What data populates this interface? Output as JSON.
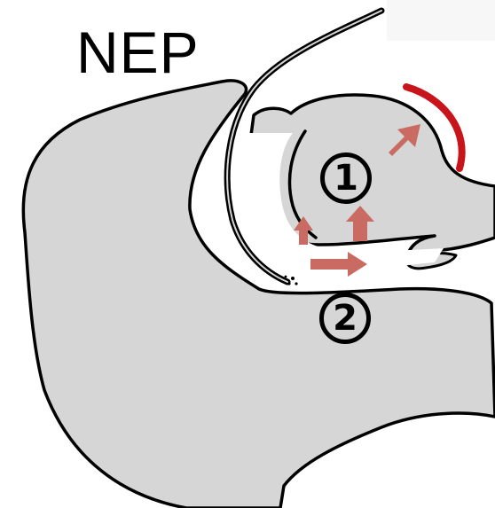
{
  "title": "NEP",
  "markers": [
    {
      "id": "1",
      "label": "1"
    },
    {
      "id": "2",
      "label": "2"
    }
  ],
  "colors": {
    "tissue": "#d6d6d6",
    "outline": "#000000",
    "arrow": "#c96b62",
    "arc": "#c8151b"
  }
}
